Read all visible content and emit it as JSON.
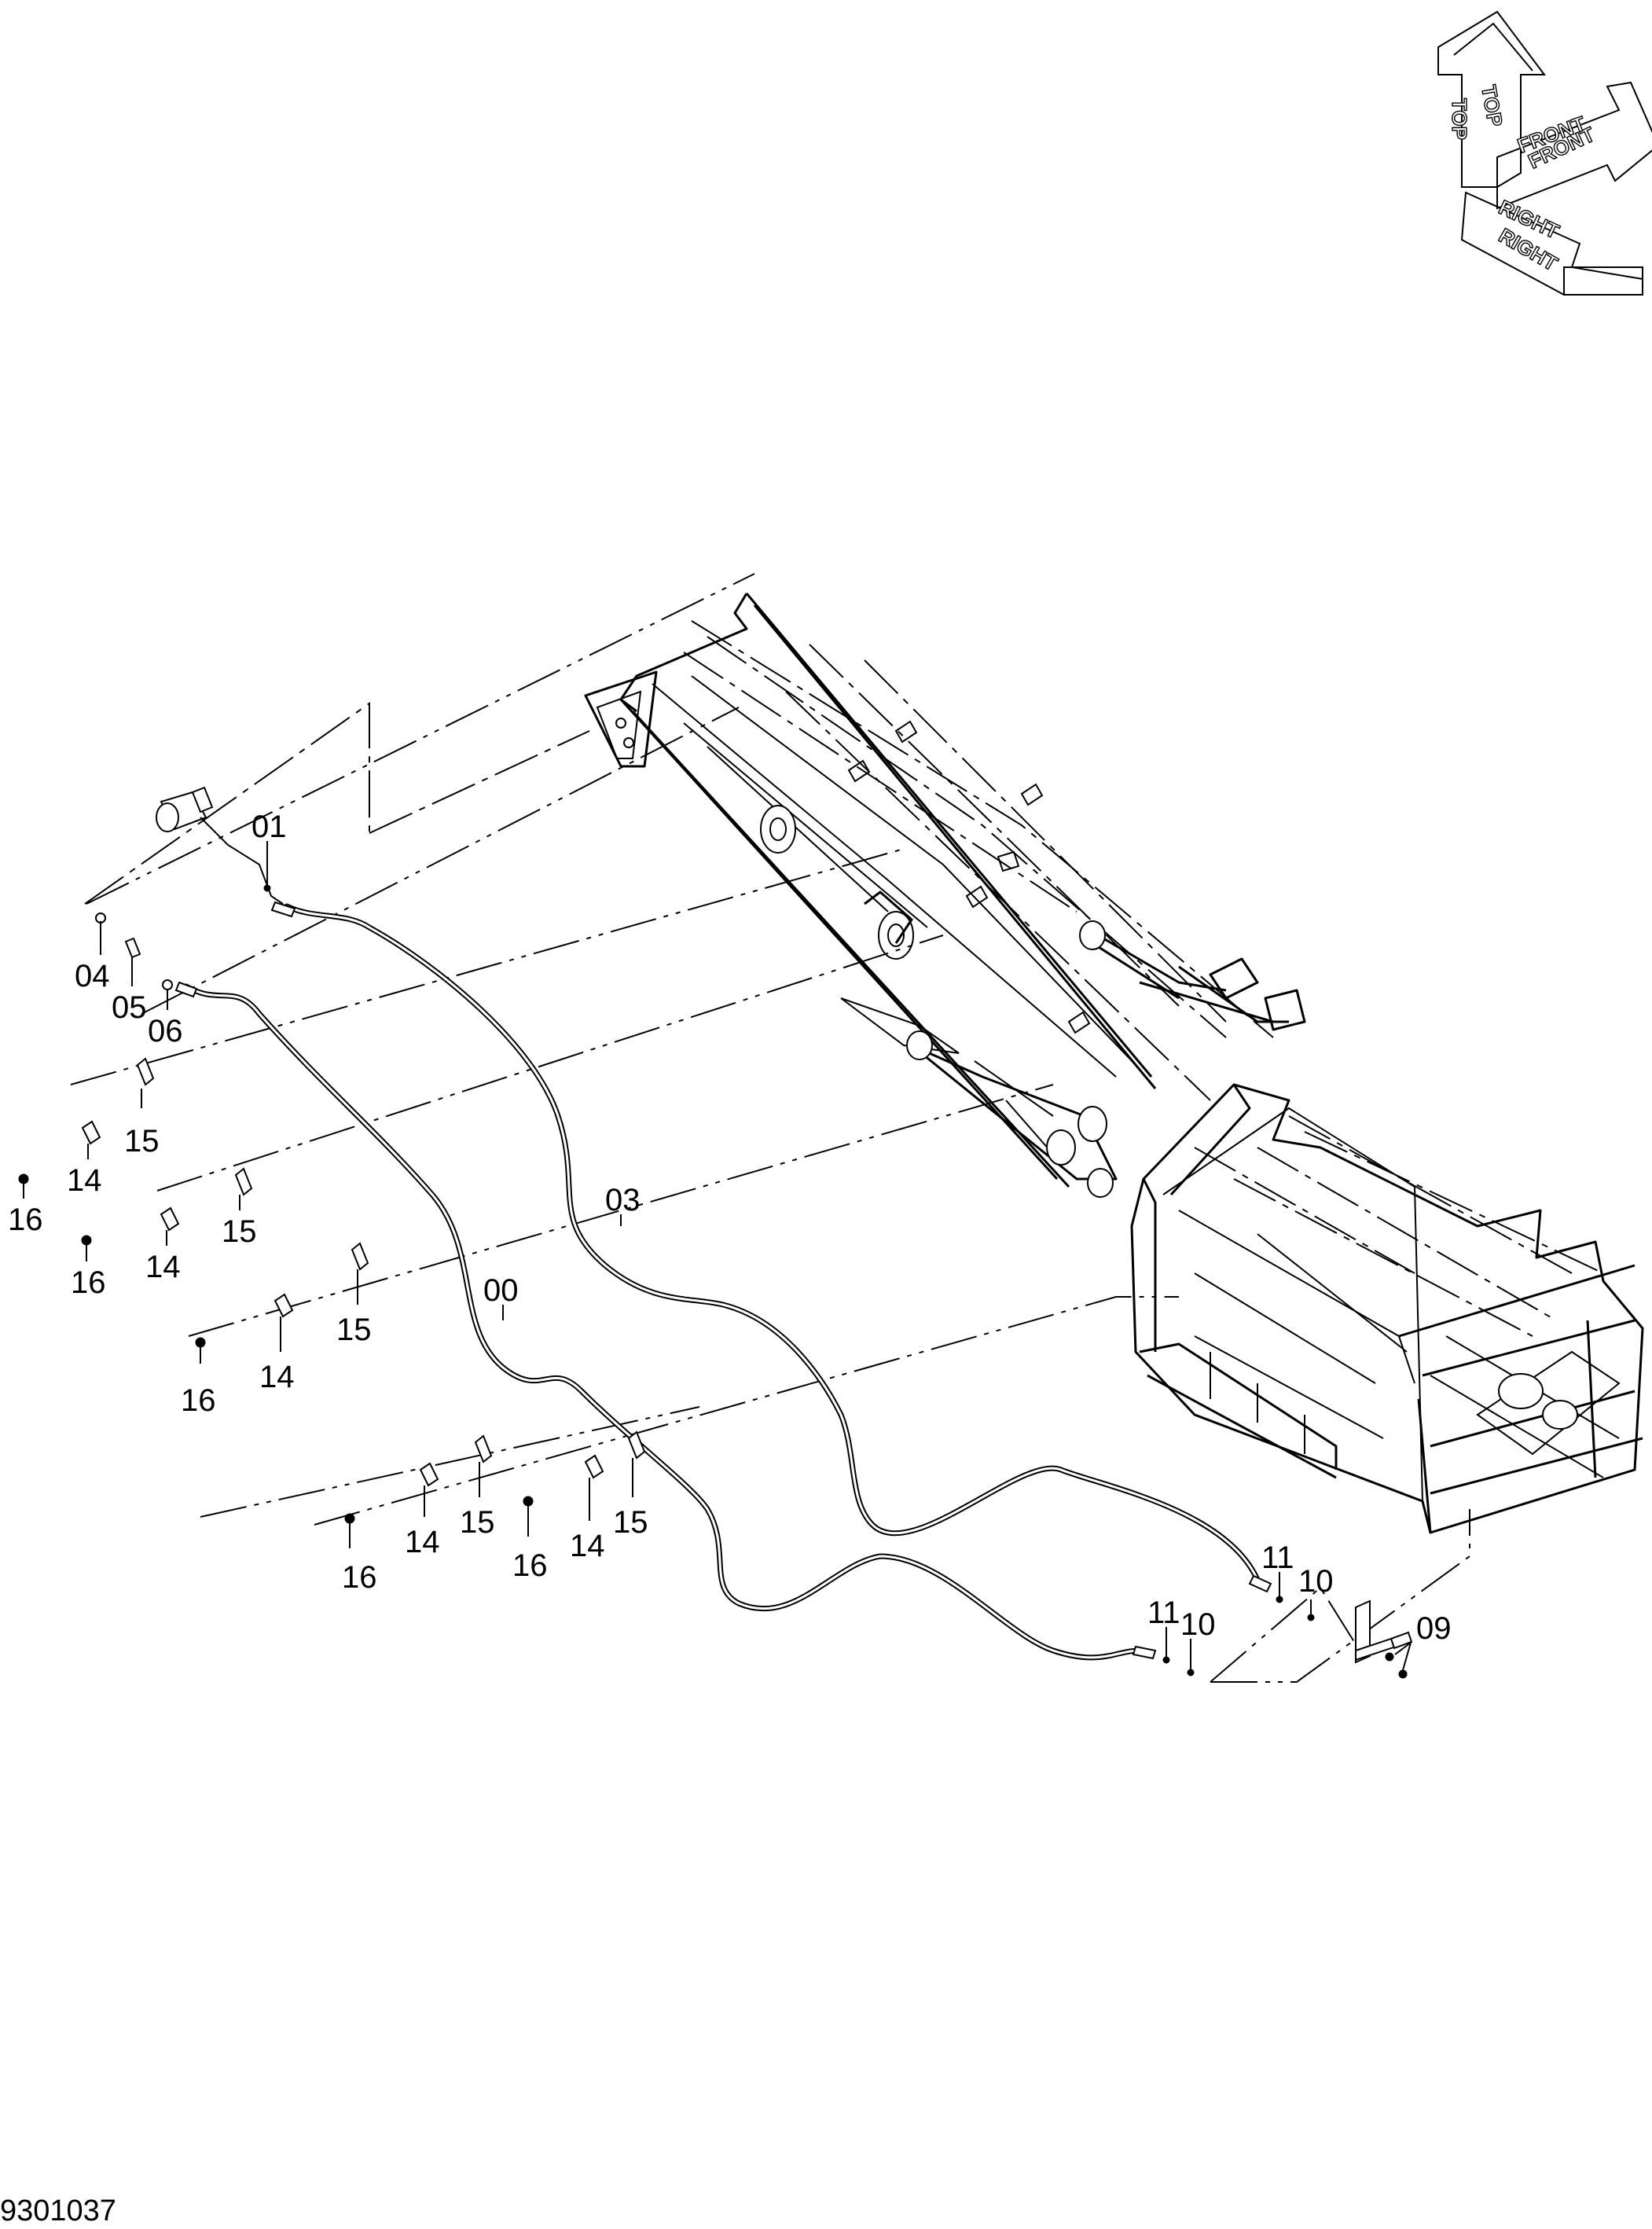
{
  "drawing_number": "9301037",
  "orientation": {
    "top_label": "TOP",
    "front_label": "FRONT",
    "right_label": "RIGHT"
  },
  "callouts": [
    {
      "id": "c-01",
      "label": "01"
    },
    {
      "id": "c-04",
      "label": "04"
    },
    {
      "id": "c-05",
      "label": "05"
    },
    {
      "id": "c-06",
      "label": "06"
    },
    {
      "id": "c-03",
      "label": "03"
    },
    {
      "id": "c-00",
      "label": "00"
    },
    {
      "id": "c-14a",
      "label": "14"
    },
    {
      "id": "c-15a",
      "label": "15"
    },
    {
      "id": "c-16a",
      "label": "16"
    },
    {
      "id": "c-14b",
      "label": "14"
    },
    {
      "id": "c-15b",
      "label": "15"
    },
    {
      "id": "c-16b",
      "label": "16"
    },
    {
      "id": "c-14c",
      "label": "14"
    },
    {
      "id": "c-15c",
      "label": "15"
    },
    {
      "id": "c-16c",
      "label": "16"
    },
    {
      "id": "c-14d",
      "label": "14"
    },
    {
      "id": "c-15d",
      "label": "15"
    },
    {
      "id": "c-16d",
      "label": "16"
    },
    {
      "id": "c-14e",
      "label": "14"
    },
    {
      "id": "c-15e",
      "label": "15"
    },
    {
      "id": "c-16e",
      "label": "16"
    },
    {
      "id": "c-11a",
      "label": "11"
    },
    {
      "id": "c-10a",
      "label": "10"
    },
    {
      "id": "c-11b",
      "label": "11"
    },
    {
      "id": "c-10b",
      "label": "10"
    },
    {
      "id": "c-09",
      "label": "09"
    }
  ]
}
